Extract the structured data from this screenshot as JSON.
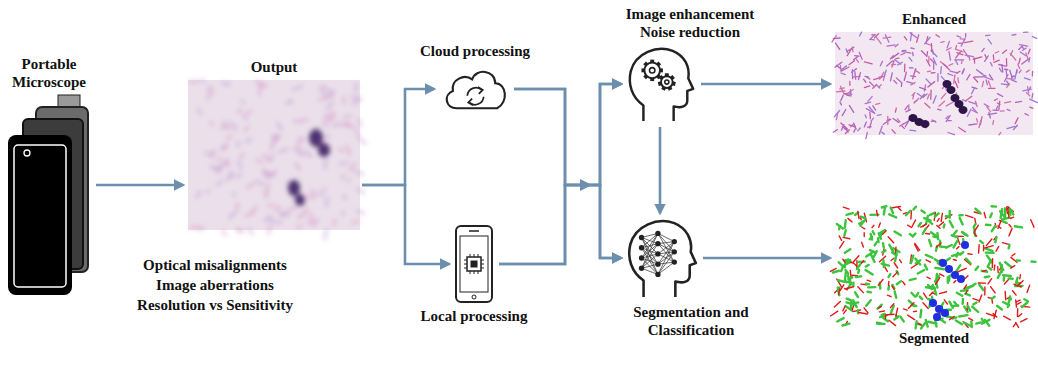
{
  "diagram": {
    "nodes": [
      {
        "text": [
          "Portable Microscope"
        ]
      },
      {
        "text": [
          "Output"
        ]
      },
      {
        "text": [
          "Cloud processing"
        ]
      },
      {
        "text": [
          "Local processing"
        ]
      },
      {
        "text": [
          "Image enhancement Noise reduction"
        ]
      },
      {
        "text": [
          "Segmentation and Classification"
        ]
      },
      {
        "text": [
          "Enhanced"
        ]
      },
      {
        "text": [
          "Segmented"
        ]
      }
    ],
    "edges": [
      {
        "from": 0,
        "to": 1,
        "arrow": "to"
      },
      {
        "from": 1,
        "to": 2,
        "arrow": "to"
      },
      {
        "from": 1,
        "to": 3,
        "arrow": "to"
      },
      {
        "from": 2,
        "to": 4,
        "arrow": "to"
      },
      {
        "from": 2,
        "to": 5,
        "arrow": "to"
      },
      {
        "from": 3,
        "to": 4,
        "arrow": "to"
      },
      {
        "from": 3,
        "to": 5,
        "arrow": "to"
      },
      {
        "from": 4,
        "to": 5,
        "arrow": "to"
      },
      {
        "from": 4,
        "to": 6,
        "arrow": "to"
      },
      {
        "from": 5,
        "to": 7,
        "arrow": "to"
      }
    ],
    "labels": [
      "Optical misalignments",
      "Image aberrations",
      "Resolution vs Sensitivity"
    ]
  }
}
